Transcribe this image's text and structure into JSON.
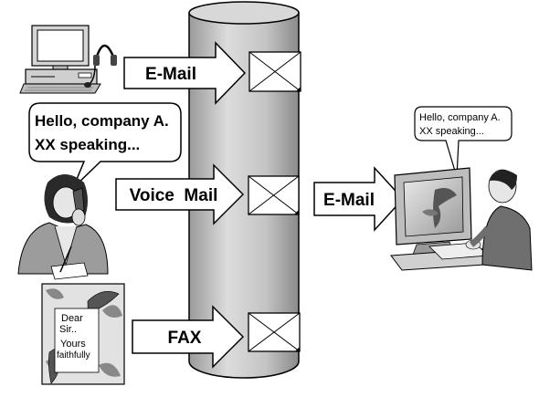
{
  "arrows": {
    "email_in": "E-Mail",
    "voice_mail": "Voice  Mail",
    "fax": "FAX",
    "email_out": "E-Mail"
  },
  "bubbles": {
    "caller_line1": "Hello, company A.",
    "caller_line2": "XX speaking...",
    "recipient_line1": "Hello, company A.",
    "recipient_line2": "XX speaking..."
  },
  "fax_letter": {
    "line1": "Dear",
    "line2": "Sir..",
    "line3": "Yours",
    "line4": "faithfully"
  },
  "colors": {
    "cylinder_fill": "#c8c8c8",
    "outline": "#000000",
    "arrow_fill": "#ffffff",
    "envelope_fill": "#ffffff"
  },
  "icons": [
    "desktop-computer-icon",
    "headset-icon",
    "envelope-icon",
    "woman-on-phone-icon",
    "fax-letter-icon",
    "man-at-computer-icon"
  ]
}
